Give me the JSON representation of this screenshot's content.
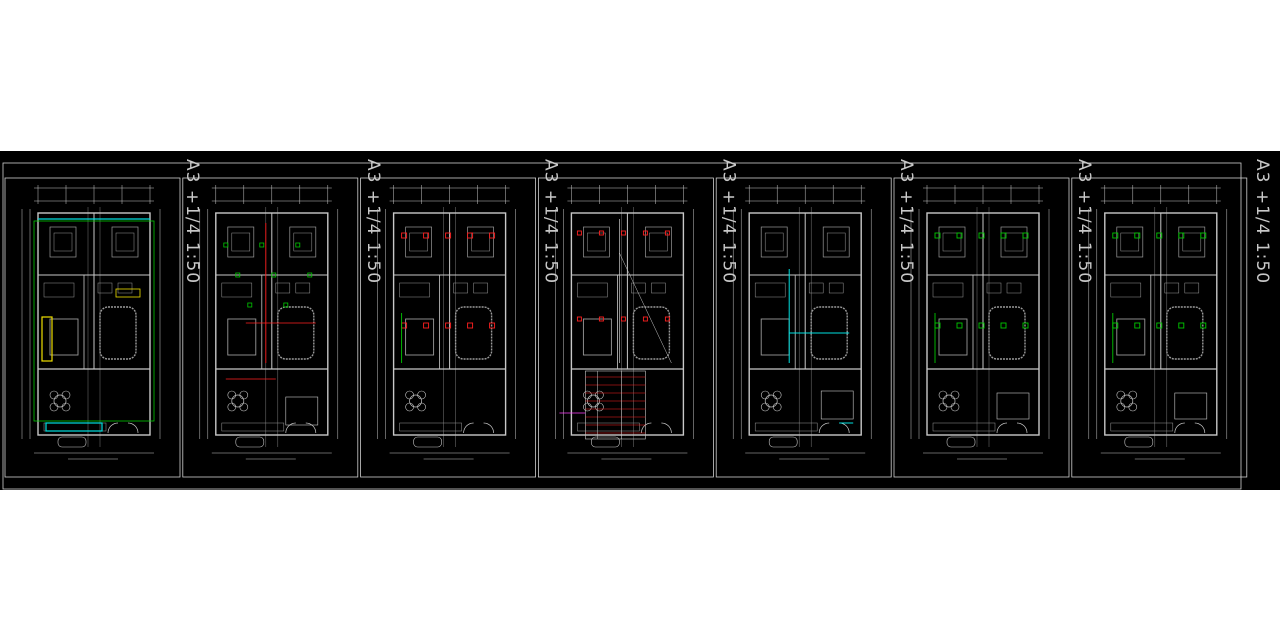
{
  "drawing": {
    "sheet_scale_label": "A3 +1/4  1:50",
    "sheet_count": 7,
    "colors": {
      "background": "#000000",
      "frame": "#d0d0d0",
      "wall": "#c8c8c8",
      "furniture": "#9a9a9a",
      "cyan": "#00e0e0",
      "green": "#00c800",
      "red": "#ff2020",
      "yellow": "#f0e000",
      "magenta": "#ff40ff"
    },
    "sheets": [
      {
        "label": "A3 +1/4  1:50",
        "accent": "#00e0e0",
        "overlay": "base"
      },
      {
        "label": "A3 +1/4  1:50",
        "accent": "#ff2020",
        "overlay": "power"
      },
      {
        "label": "A3 +1/4  1:50",
        "accent": "#00c800",
        "overlay": "lighting"
      },
      {
        "label": "A3 +1/4  1:50",
        "accent": "#00c800",
        "overlay": "schedule"
      },
      {
        "label": "A3 +1/4  1:50",
        "accent": "#00e0e0",
        "overlay": "plumbing"
      },
      {
        "label": "A3 +1/4  1:50",
        "accent": "#00c800",
        "overlay": "drainage"
      },
      {
        "label": "A3 +1/4  1:50",
        "accent": "#00c800",
        "overlay": "gas"
      }
    ]
  }
}
